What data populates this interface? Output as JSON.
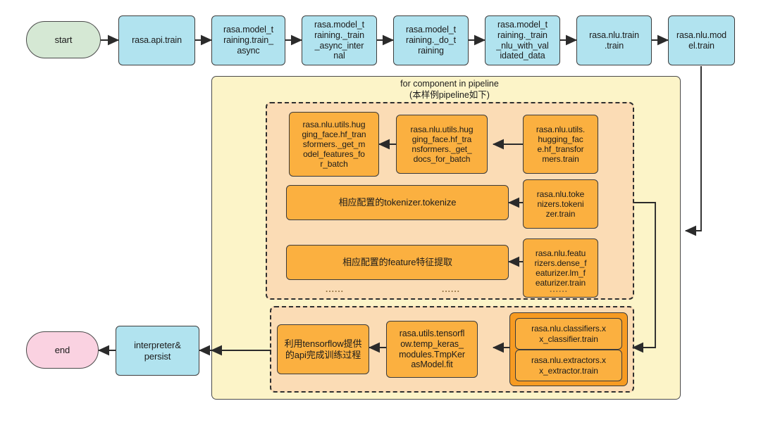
{
  "diagram": {
    "title_flow": "rasa training call flow",
    "terminals": {
      "start": "start",
      "end": "end"
    },
    "top_row": [
      {
        "id": "n-api-train",
        "label": "rasa.api.train"
      },
      {
        "id": "n-train-async",
        "label": "rasa.model_t\nraining.train_\nasync"
      },
      {
        "id": "n-train-async-int",
        "label": "rasa.model_t\nraining._train\n_async_inter\nnal"
      },
      {
        "id": "n-do-training",
        "label": "rasa.model_t\nraining._do_t\nraining"
      },
      {
        "id": "n-train-nlu-val",
        "label": "rasa.model_t\nraining._train\n_nlu_with_val\nidated_data"
      },
      {
        "id": "n-nlu-train-train",
        "label": "rasa.nlu.train\n.train"
      },
      {
        "id": "n-nlu-model-train",
        "label": "rasa.nlu.mod\nel.train"
      }
    ],
    "loop_label": {
      "line1": "for component in pipeline",
      "line2": "(本样例pipeline如下)"
    },
    "pipeline_row1": [
      {
        "id": "n-get-model-features",
        "label": "rasa.nlu.utils.hug\nging_face.hf_tran\nsformers._get_m\nodel_features_fo\nr_batch"
      },
      {
        "id": "n-get-docs",
        "label": "rasa.nlu.utils.hug\nging_face.hf_tra\nnsformers._get_\ndocs_for_batch"
      },
      {
        "id": "n-hf-train",
        "label": "rasa.nlu.utils.\nhugging_fac\ne.hf_transfor\nmers.train"
      }
    ],
    "pipeline_row2": [
      {
        "id": "n-tokenize-impl",
        "label": "相应配置的tokenizer.tokenize"
      },
      {
        "id": "n-tokenizer",
        "label": "rasa.nlu.toke\nnizers.tokeni\nzer.train"
      }
    ],
    "pipeline_row3": [
      {
        "id": "n-feature-impl",
        "label": "相应配置的feature特征提取"
      },
      {
        "id": "n-featurizer",
        "label": "rasa.nlu.featu\nrizers.dense_f\neaturizer.lm_f\neaturizer.train"
      }
    ],
    "ellipsis": [
      "......",
      "......",
      "......"
    ],
    "train_row": [
      {
        "id": "n-tf-api",
        "label": "利用tensorflow提供\n的api完成训练过程"
      },
      {
        "id": "n-tmpkeras-fit",
        "label": "rasa.utils.tensorfl\now.temp_keras_\nmodules.TmpKer\nasModel.fit"
      }
    ],
    "classifier_group": [
      {
        "id": "n-classifier",
        "label": "rasa.nlu.classifiers.x\nx_classifier.train"
      },
      {
        "id": "n-extractor",
        "label": "rasa.nlu.extractors.x\nx_extractor.train"
      }
    ],
    "interpreter": {
      "id": "n-interpreter",
      "label": "interpreter&\npersist"
    },
    "colors": {
      "blue_fill": "#b1e3ef",
      "green_fill": "#d5e8d4",
      "pink_fill": "#fad2e1",
      "orange_fill": "#fbb040",
      "orange_group_fill": "#f79b22",
      "yellow_container_fill": "#fcf4c8",
      "peach_dashed_fill": "#fbdcb5",
      "stroke": "#3a3a3a"
    }
  }
}
